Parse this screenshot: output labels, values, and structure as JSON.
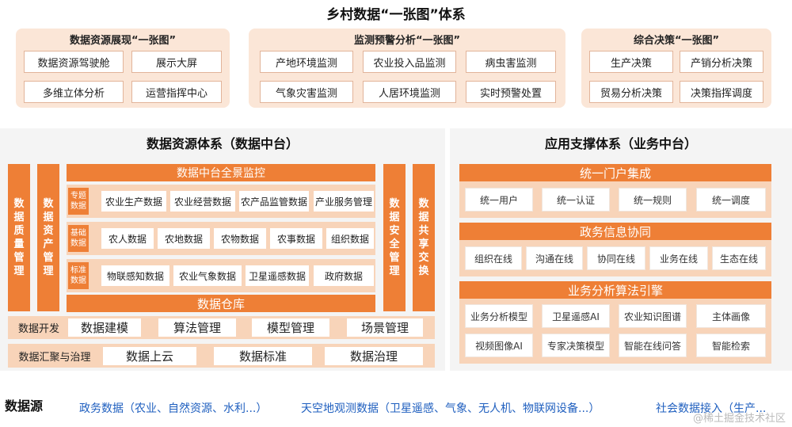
{
  "title": "乡村数据“一张图”体系",
  "top_panels": [
    {
      "title": "数据资源展现“一张图”",
      "items": [
        "数据资源驾驶舱",
        "展示大屏",
        "多维立体分析",
        "运营指挥中心"
      ]
    },
    {
      "title": "监测预警分析“一张图”",
      "items": [
        "产地环境监测",
        "农业投入品监测",
        "病虫害监测",
        "气象灾害监测",
        "人居环境监测",
        "实时预警处置"
      ]
    },
    {
      "title": "综合决策“一张图”",
      "items": [
        "生产决策",
        "产销分析决策",
        "贸易分析决策",
        "决策指挥调度"
      ]
    }
  ],
  "data_center": {
    "title": "数据资源体系（数据中台）",
    "left_bars": [
      "数据质量管理",
      "数据资产管理"
    ],
    "right_bars": [
      "数据安全管理",
      "数据共享交换"
    ],
    "monitor_title": "数据中台全景监控",
    "rows": [
      {
        "tag": "专题数据",
        "items": [
          "农业生产数据",
          "农业经营数据",
          "农产品监管数据",
          "产业服务管理"
        ]
      },
      {
        "tag": "基础数据",
        "items": [
          "农人数据",
          "农地数据",
          "农物数据",
          "农事数据",
          "组织数据"
        ]
      },
      {
        "tag": "标准数据",
        "items": [
          "物联感知数据",
          "农业气象数据",
          "卫星遥感数据",
          "政府数据"
        ]
      }
    ],
    "warehouse": "数据仓库",
    "dev_label": "数据开发",
    "dev_items": [
      "数据建模",
      "算法管理",
      "模型管理",
      "场景管理"
    ],
    "gov_label": "数据汇聚与治理",
    "gov_items": [
      "数据上云",
      "数据标准",
      "数据治理"
    ]
  },
  "app_center": {
    "title": "应用支撑体系（业务中台）",
    "sections": [
      {
        "title": "统一门户集成",
        "items": [
          "统一用户",
          "统一认证",
          "统一规则",
          "统一调度"
        ]
      },
      {
        "title": "政务信息协同",
        "items": [
          "组织在线",
          "沟通在线",
          "协同在线",
          "业务在线",
          "生态在线"
        ]
      },
      {
        "title": "业务分析算法引擎",
        "items": [
          "业务分析模型",
          "卫星遥感AI",
          "农业知识图谱",
          "主体画像",
          "视频图像AI",
          "专家决策模型",
          "智能在线问答",
          "智能检索"
        ]
      }
    ]
  },
  "data_source": {
    "label": "数据源",
    "items": [
      "政务数据（农业、自然资源、水利...）",
      "天空地观测数据（卫星遥感、气象、无人机、物联网设备...）",
      "社会数据接入（生产..."
    ]
  },
  "watermark": "@稀土掘金技术社区"
}
